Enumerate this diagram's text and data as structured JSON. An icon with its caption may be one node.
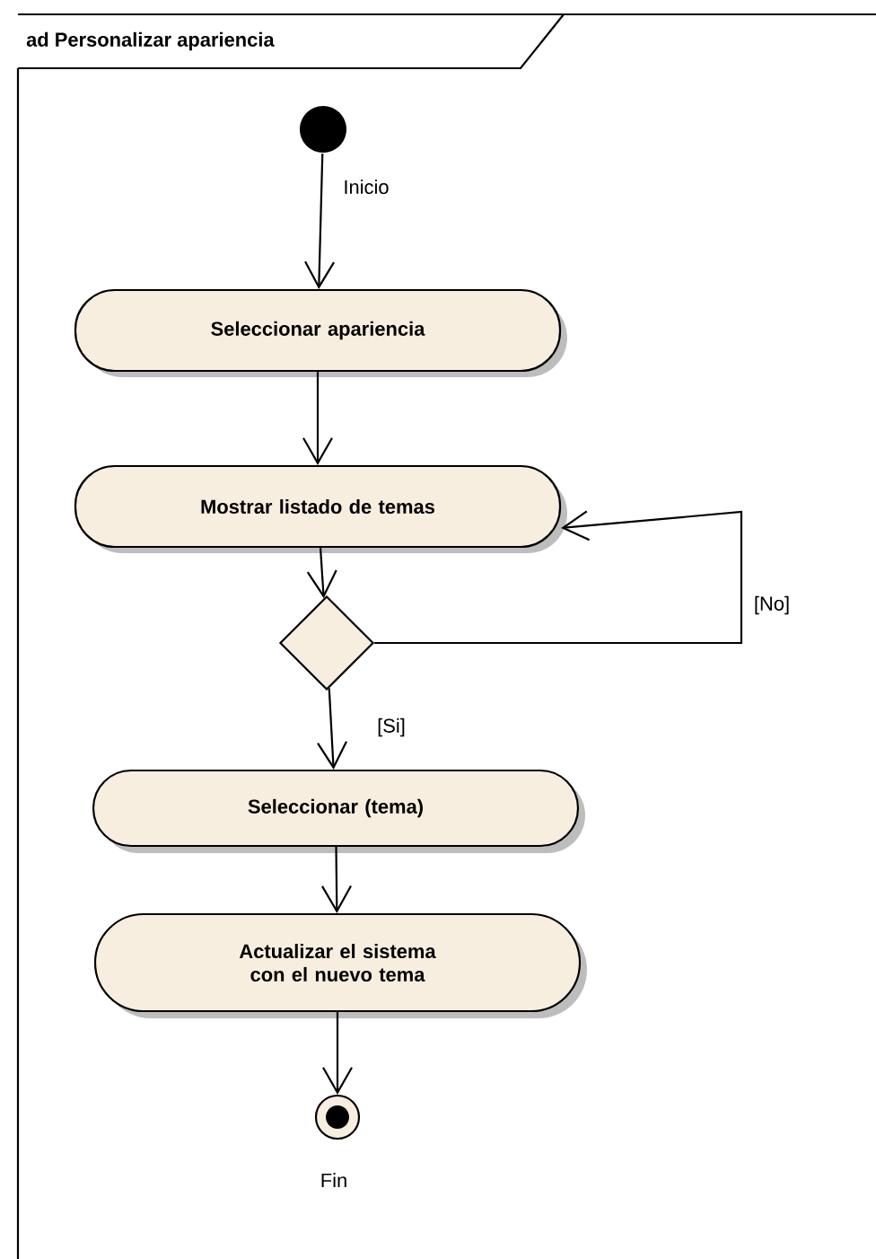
{
  "diagram": {
    "nodes": [
      {
        "text": [
          "ad Personalizar apariencia"
        ]
      },
      {
        "text": [],
        "shape": "circle",
        "beside": [
          "Inicio"
        ],
        "in": 0
      },
      {
        "text": [
          "Seleccionar apariencia"
        ],
        "in": 0
      },
      {
        "text": [
          "Mostrar listado de temas"
        ],
        "in": 0
      },
      {
        "text": [],
        "shape": "diamond",
        "in": 0
      },
      {
        "text": [
          "Seleccionar (tema)"
        ],
        "in": 0
      },
      {
        "text": [
          "Actualizar el sistema con el nuevo tema"
        ],
        "in": 0
      },
      {
        "text": [],
        "shape": "circle",
        "beside": [
          "Fin"
        ],
        "in": 0
      }
    ],
    "edges": [
      {
        "from": 1,
        "to": 2,
        "arrow": "to"
      },
      {
        "from": 2,
        "to": 3,
        "arrow": "to"
      },
      {
        "from": 3,
        "to": 4,
        "arrow": "to"
      },
      {
        "from": 4,
        "to": 5,
        "arrow": "to",
        "label": "[Si]"
      },
      {
        "from": 4,
        "to": 3,
        "arrow": "to",
        "label": "[No]"
      },
      {
        "from": 5,
        "to": 6,
        "arrow": "to"
      },
      {
        "from": 6,
        "to": 7,
        "arrow": "to"
      }
    ]
  }
}
